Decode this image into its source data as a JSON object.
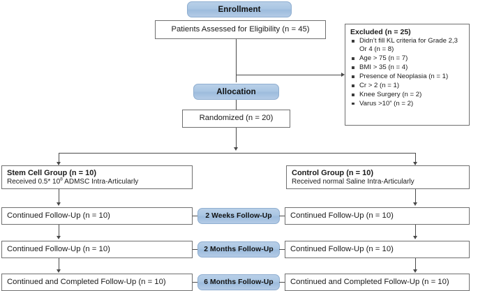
{
  "diagram": {
    "type": "consort-flow-diagram",
    "stages": [
      {
        "key": "enrollment",
        "label": "Enrollment"
      },
      {
        "key": "allocation",
        "label": "Allocation"
      }
    ],
    "enrollment": {
      "stage_label": "Enrollment",
      "assessed": "Patients Assessed for Eligibility (n = 45)",
      "excluded": {
        "title": "Excluded (n = 25)",
        "reasons": [
          "Didn’t fill KL criteria for Grade 2,3 Or 4 (n = 8)",
          "Age > 75 (n = 7)",
          "BMI > 35 (n = 4)",
          "Presence of Neoplasia (n = 1)",
          "Cr > 2 (n = 1)",
          "Knee Surgery (n = 2)",
          "Varus >10” (n = 2)"
        ]
      }
    },
    "allocation": {
      "stage_label": "Allocation",
      "randomized": "Randomized (n = 20)"
    },
    "arms": {
      "left": {
        "title": "Stem Cell Group (n = 10)",
        "detail_prefix": "Received 0.5* 10",
        "detail_sup": "8",
        "detail_suffix": " ADMSC Intra-Articularly"
      },
      "right": {
        "title": "Control Group (n = 10)",
        "detail": "Received normal Saline Intra-Articularly"
      }
    },
    "followups": [
      {
        "timepoint": "2 Weeks Follow-Up",
        "left": "Continued Follow-Up (n = 10)",
        "right": "Continued Follow-Up (n = 10)"
      },
      {
        "timepoint": "2 Months Follow-Up",
        "left": "Continued Follow-Up (n = 10)",
        "right": "Continued Follow-Up (n = 10)"
      },
      {
        "timepoint": "6 Months Follow-Up",
        "left": "Continued and Completed Follow-Up (n = 10)",
        "right": "Continued and Completed Follow-Up (n = 10)"
      }
    ],
    "colors": {
      "stage_pill": "#aac6e3",
      "stage_pill_border": "#8faed0",
      "box_border": "#6f6f6f",
      "connector": "#4a4a4a",
      "text": "#1a1a1a",
      "background": "#ffffff"
    }
  }
}
